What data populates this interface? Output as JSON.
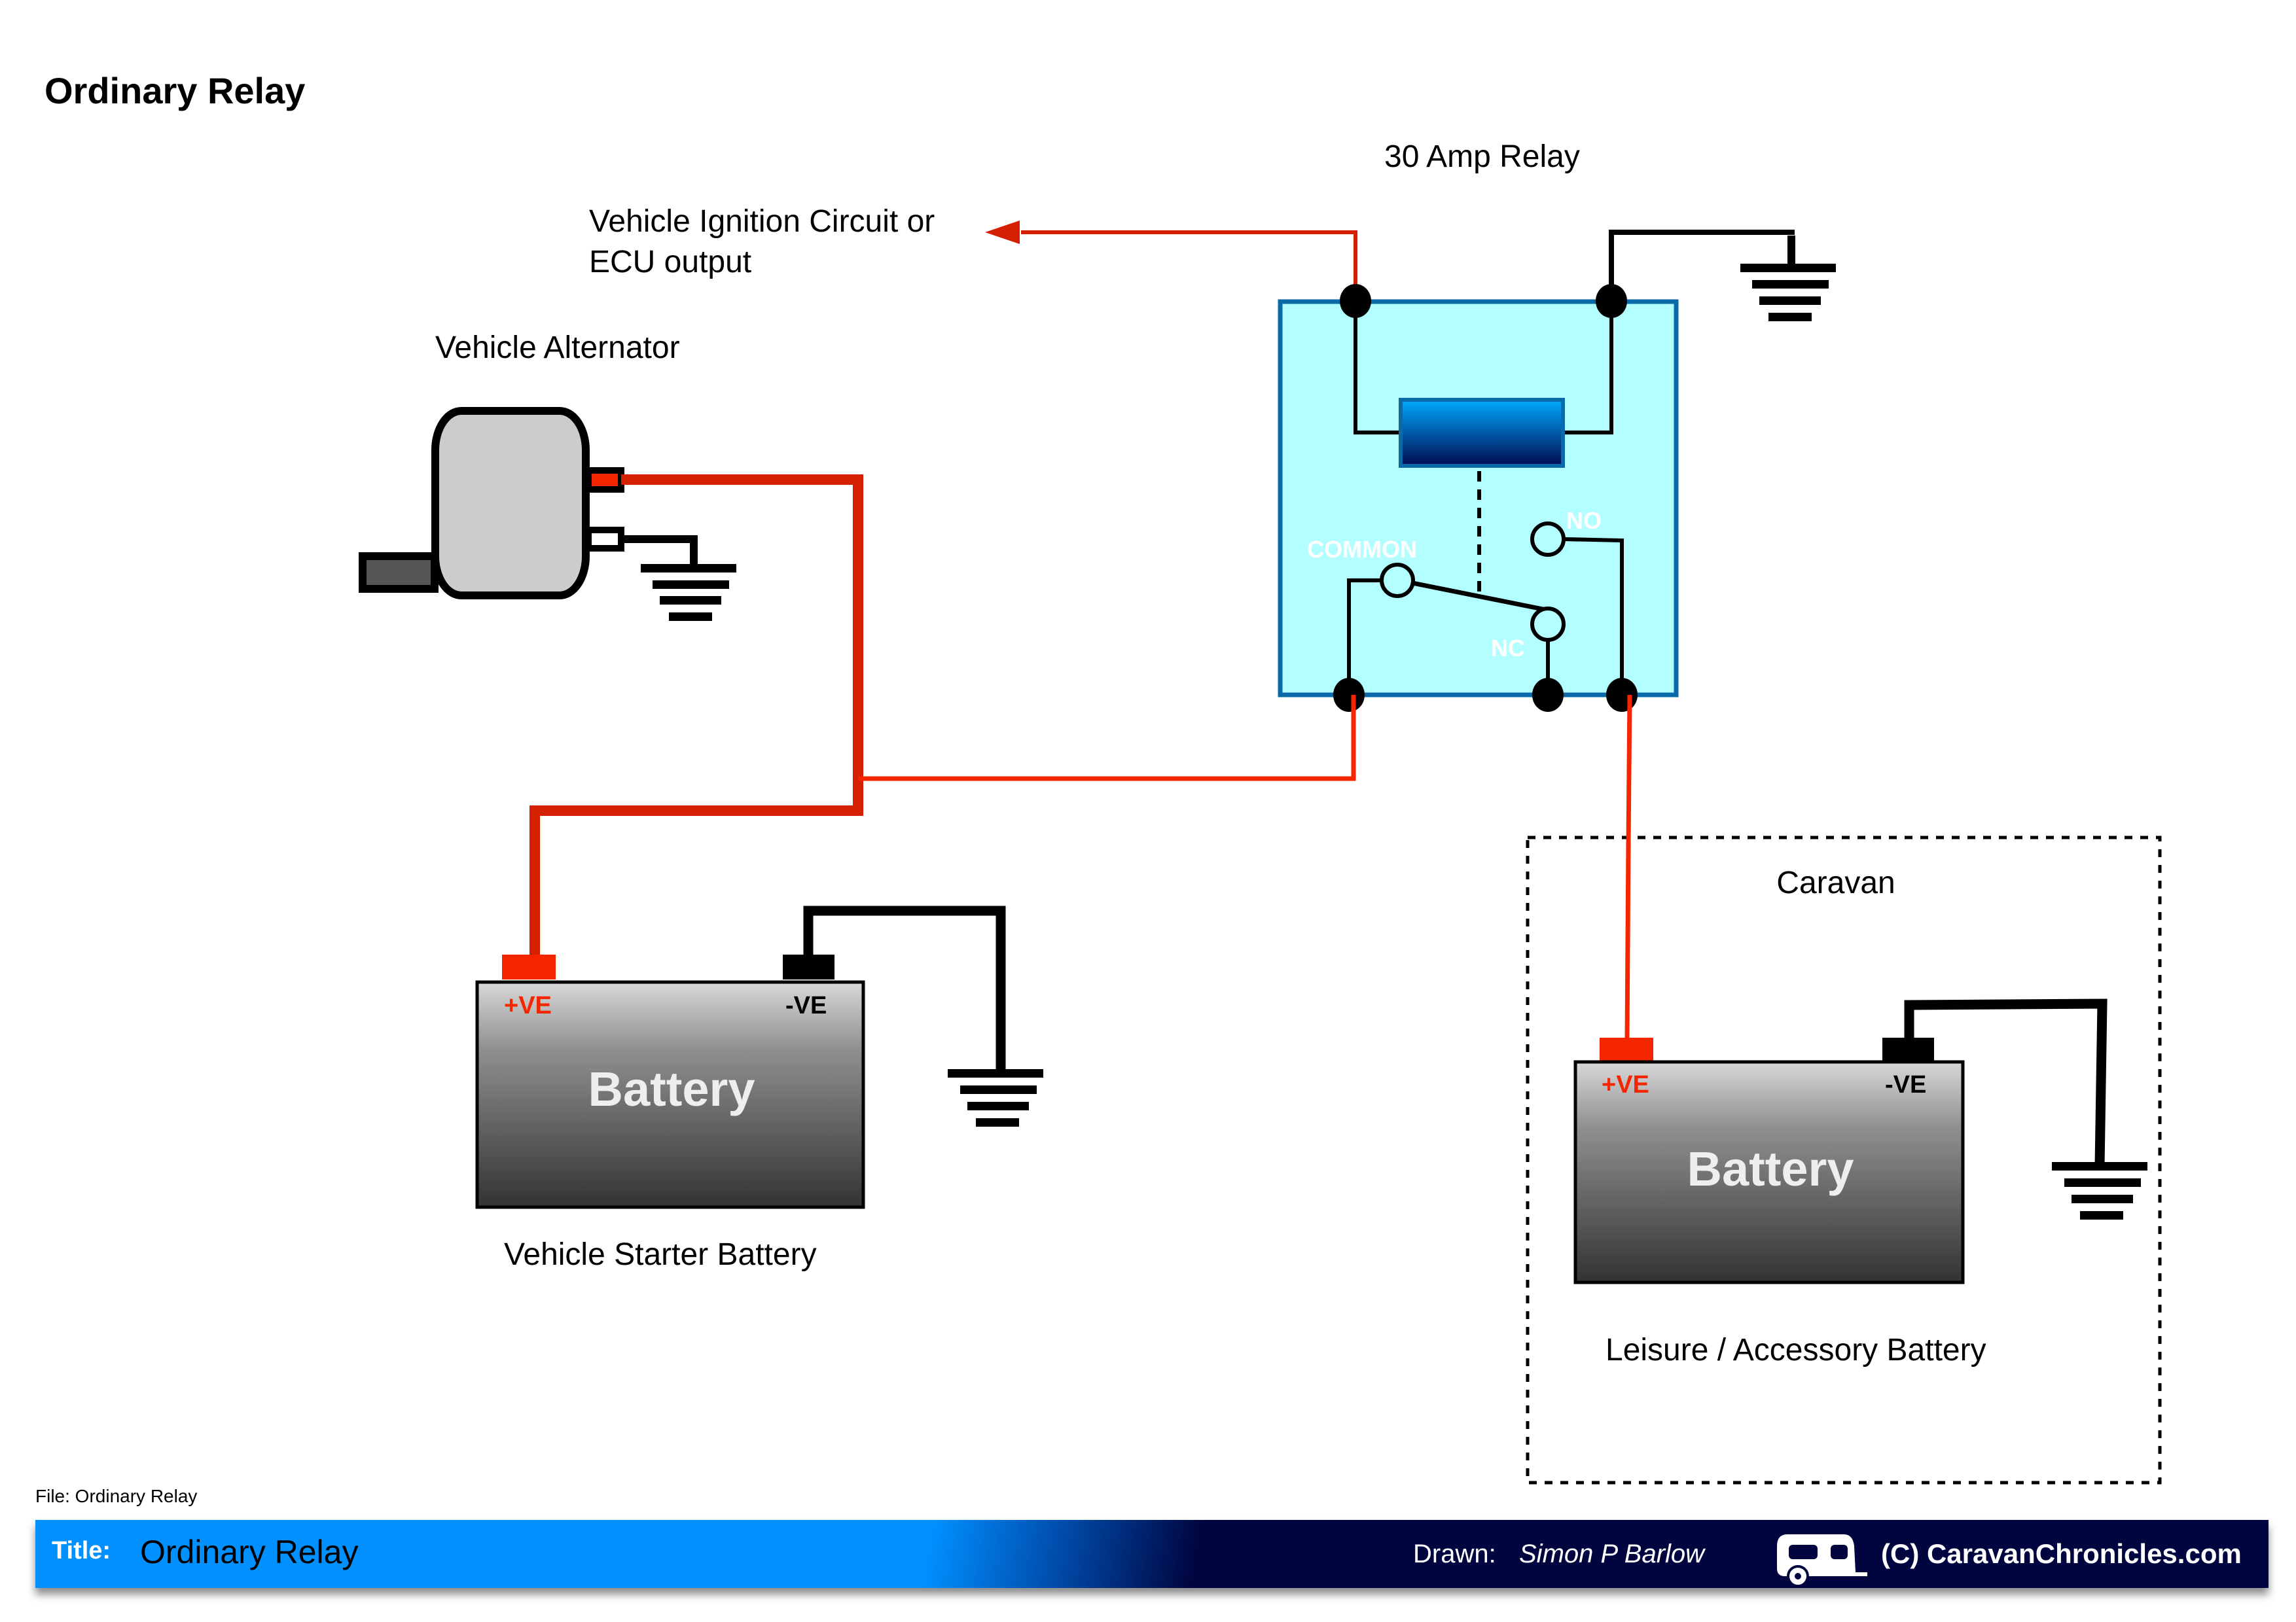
{
  "page": {
    "heading": "Ordinary Relay",
    "file_label": "File: Ordinary Relay"
  },
  "labels": {
    "relay_title": "30 Amp Relay",
    "ignition_line1": "Vehicle Ignition Circuit or",
    "ignition_line2": "ECU output",
    "alternator": "Vehicle Alternator",
    "starter_battery": "Vehicle Starter Battery",
    "caravan": "Caravan",
    "leisure_battery": "Leisure / Accessory Battery"
  },
  "relay": {
    "common": "COMMON",
    "no": "NO",
    "nc": "NC"
  },
  "batteries": {
    "starter": {
      "body": "Battery",
      "positive": "+VE",
      "negative": "-VE"
    },
    "leisure": {
      "body": "Battery",
      "positive": "+VE",
      "negative": "-VE"
    }
  },
  "footer": {
    "title_key": "Title:",
    "title_value": "Ordinary Relay",
    "drawn_key": "Drawn:",
    "drawn_value": "Simon P Barlow",
    "copyright": "(C) CaravanChronicles.com",
    "logo_icon": "caravan-icon"
  },
  "colors": {
    "live_wire": "#d42000",
    "terminal_positive": "#f52500",
    "relay_fill": "#b3ffff",
    "relay_border": "#0a6aa8",
    "footer_left": "#0090ff",
    "footer_right": "#000540"
  }
}
